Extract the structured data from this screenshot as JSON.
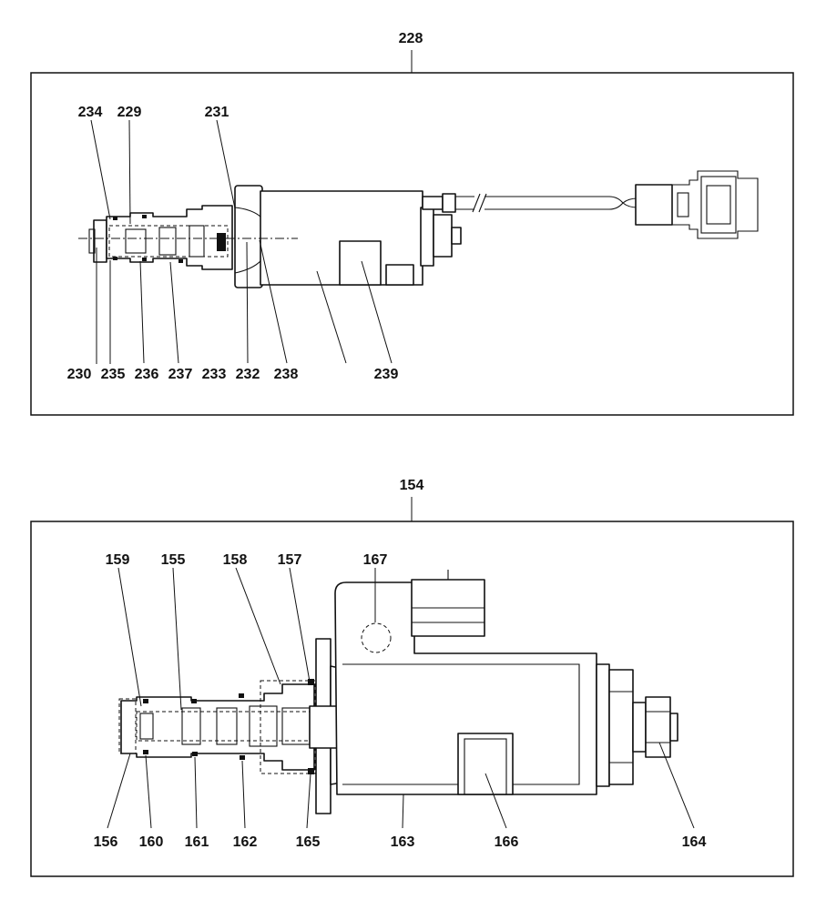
{
  "top_assembly": {
    "assembly_number": "228",
    "callouts": [
      "234",
      "229",
      "231",
      "230",
      "235",
      "236",
      "237",
      "233",
      "232",
      "238",
      "239"
    ]
  },
  "bottom_assembly": {
    "assembly_number": "154",
    "callouts": [
      "159",
      "155",
      "158",
      "157",
      "167",
      "156",
      "160",
      "161",
      "162",
      "165",
      "163",
      "166",
      "164"
    ]
  }
}
